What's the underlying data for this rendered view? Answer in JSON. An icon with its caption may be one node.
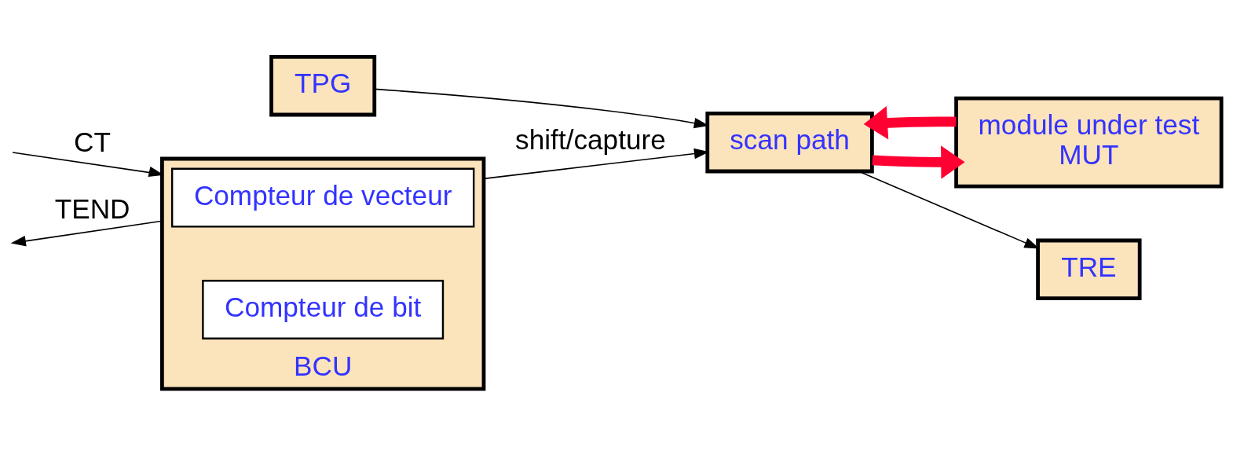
{
  "diagram": {
    "nodes": [
      {
        "text": [
          "BCU"
        ]
      },
      {
        "text": [
          "Compteur de vecteur"
        ],
        "in": 0
      },
      {
        "text": [
          "Compteur de bit"
        ],
        "in": 0
      },
      {
        "text": [
          "module under test",
          "MUT"
        ]
      },
      {
        "text": [
          "TPG"
        ]
      },
      {
        "text": [
          "scan path"
        ]
      },
      {
        "text": [
          "TRE"
        ]
      }
    ],
    "edges": [
      {
        "from": null,
        "to": 0,
        "arrow": "to",
        "label": "CT"
      },
      {
        "from": 0,
        "to": null,
        "arrow": "to",
        "label": "TEND"
      },
      {
        "from": 3,
        "to": 5,
        "arrow": "to",
        "style": "thick",
        "color": "#ff0033"
      },
      {
        "from": 5,
        "to": 3,
        "arrow": "to",
        "style": "thick",
        "color": "#ff0033"
      },
      {
        "from": 4,
        "to": 5,
        "arrow": "to"
      },
      {
        "from": 5,
        "to": 6,
        "arrow": "to"
      },
      {
        "from": 0,
        "to": 5,
        "arrow": "to",
        "label": "shift/capture"
      }
    ]
  }
}
